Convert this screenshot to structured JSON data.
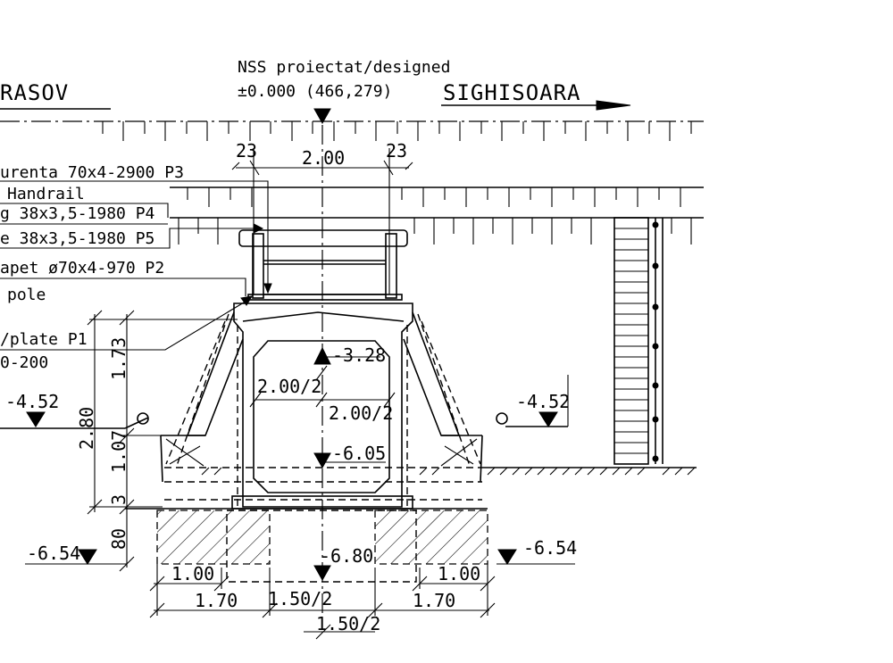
{
  "directions": {
    "left": "RASOV",
    "right": "SIGHISOARA"
  },
  "datum": {
    "line1": "NSS proiectat/designed",
    "line2": "±0.000 (466,279)"
  },
  "callouts": [
    "urenta 70x4-2900 P3",
    "Handrail",
    "g 38x3,5-1980 P4",
    "e 38x3,5-1980 P5",
    "apet ø70x4-970  P2",
    "pole",
    "/plate P1",
    "0-200"
  ],
  "dimensions": {
    "post_left": "23",
    "post_right": "23",
    "width_top": "2.00",
    "half_width_vertical": "2.00/2",
    "half_width_horizontal": "2.00/2",
    "height_upper": "1.73",
    "height_total": "2.80",
    "height_lower": "1.07",
    "slab": "3",
    "foundation_depth": "80",
    "footing_left": "1.00",
    "footing_right": "1.00",
    "base_left": "1.70",
    "base_right": "1.70",
    "base_half": "1.50/2",
    "base_half_bottom": "1.50/2"
  },
  "levels": {
    "inner_top": "-3.28",
    "ground_left": "-4.52",
    "ground_right": "-4.52",
    "invert": "-6.05",
    "bottom": "-6.80",
    "foundation_left": "-6.54",
    "foundation_right": "-6.54"
  }
}
